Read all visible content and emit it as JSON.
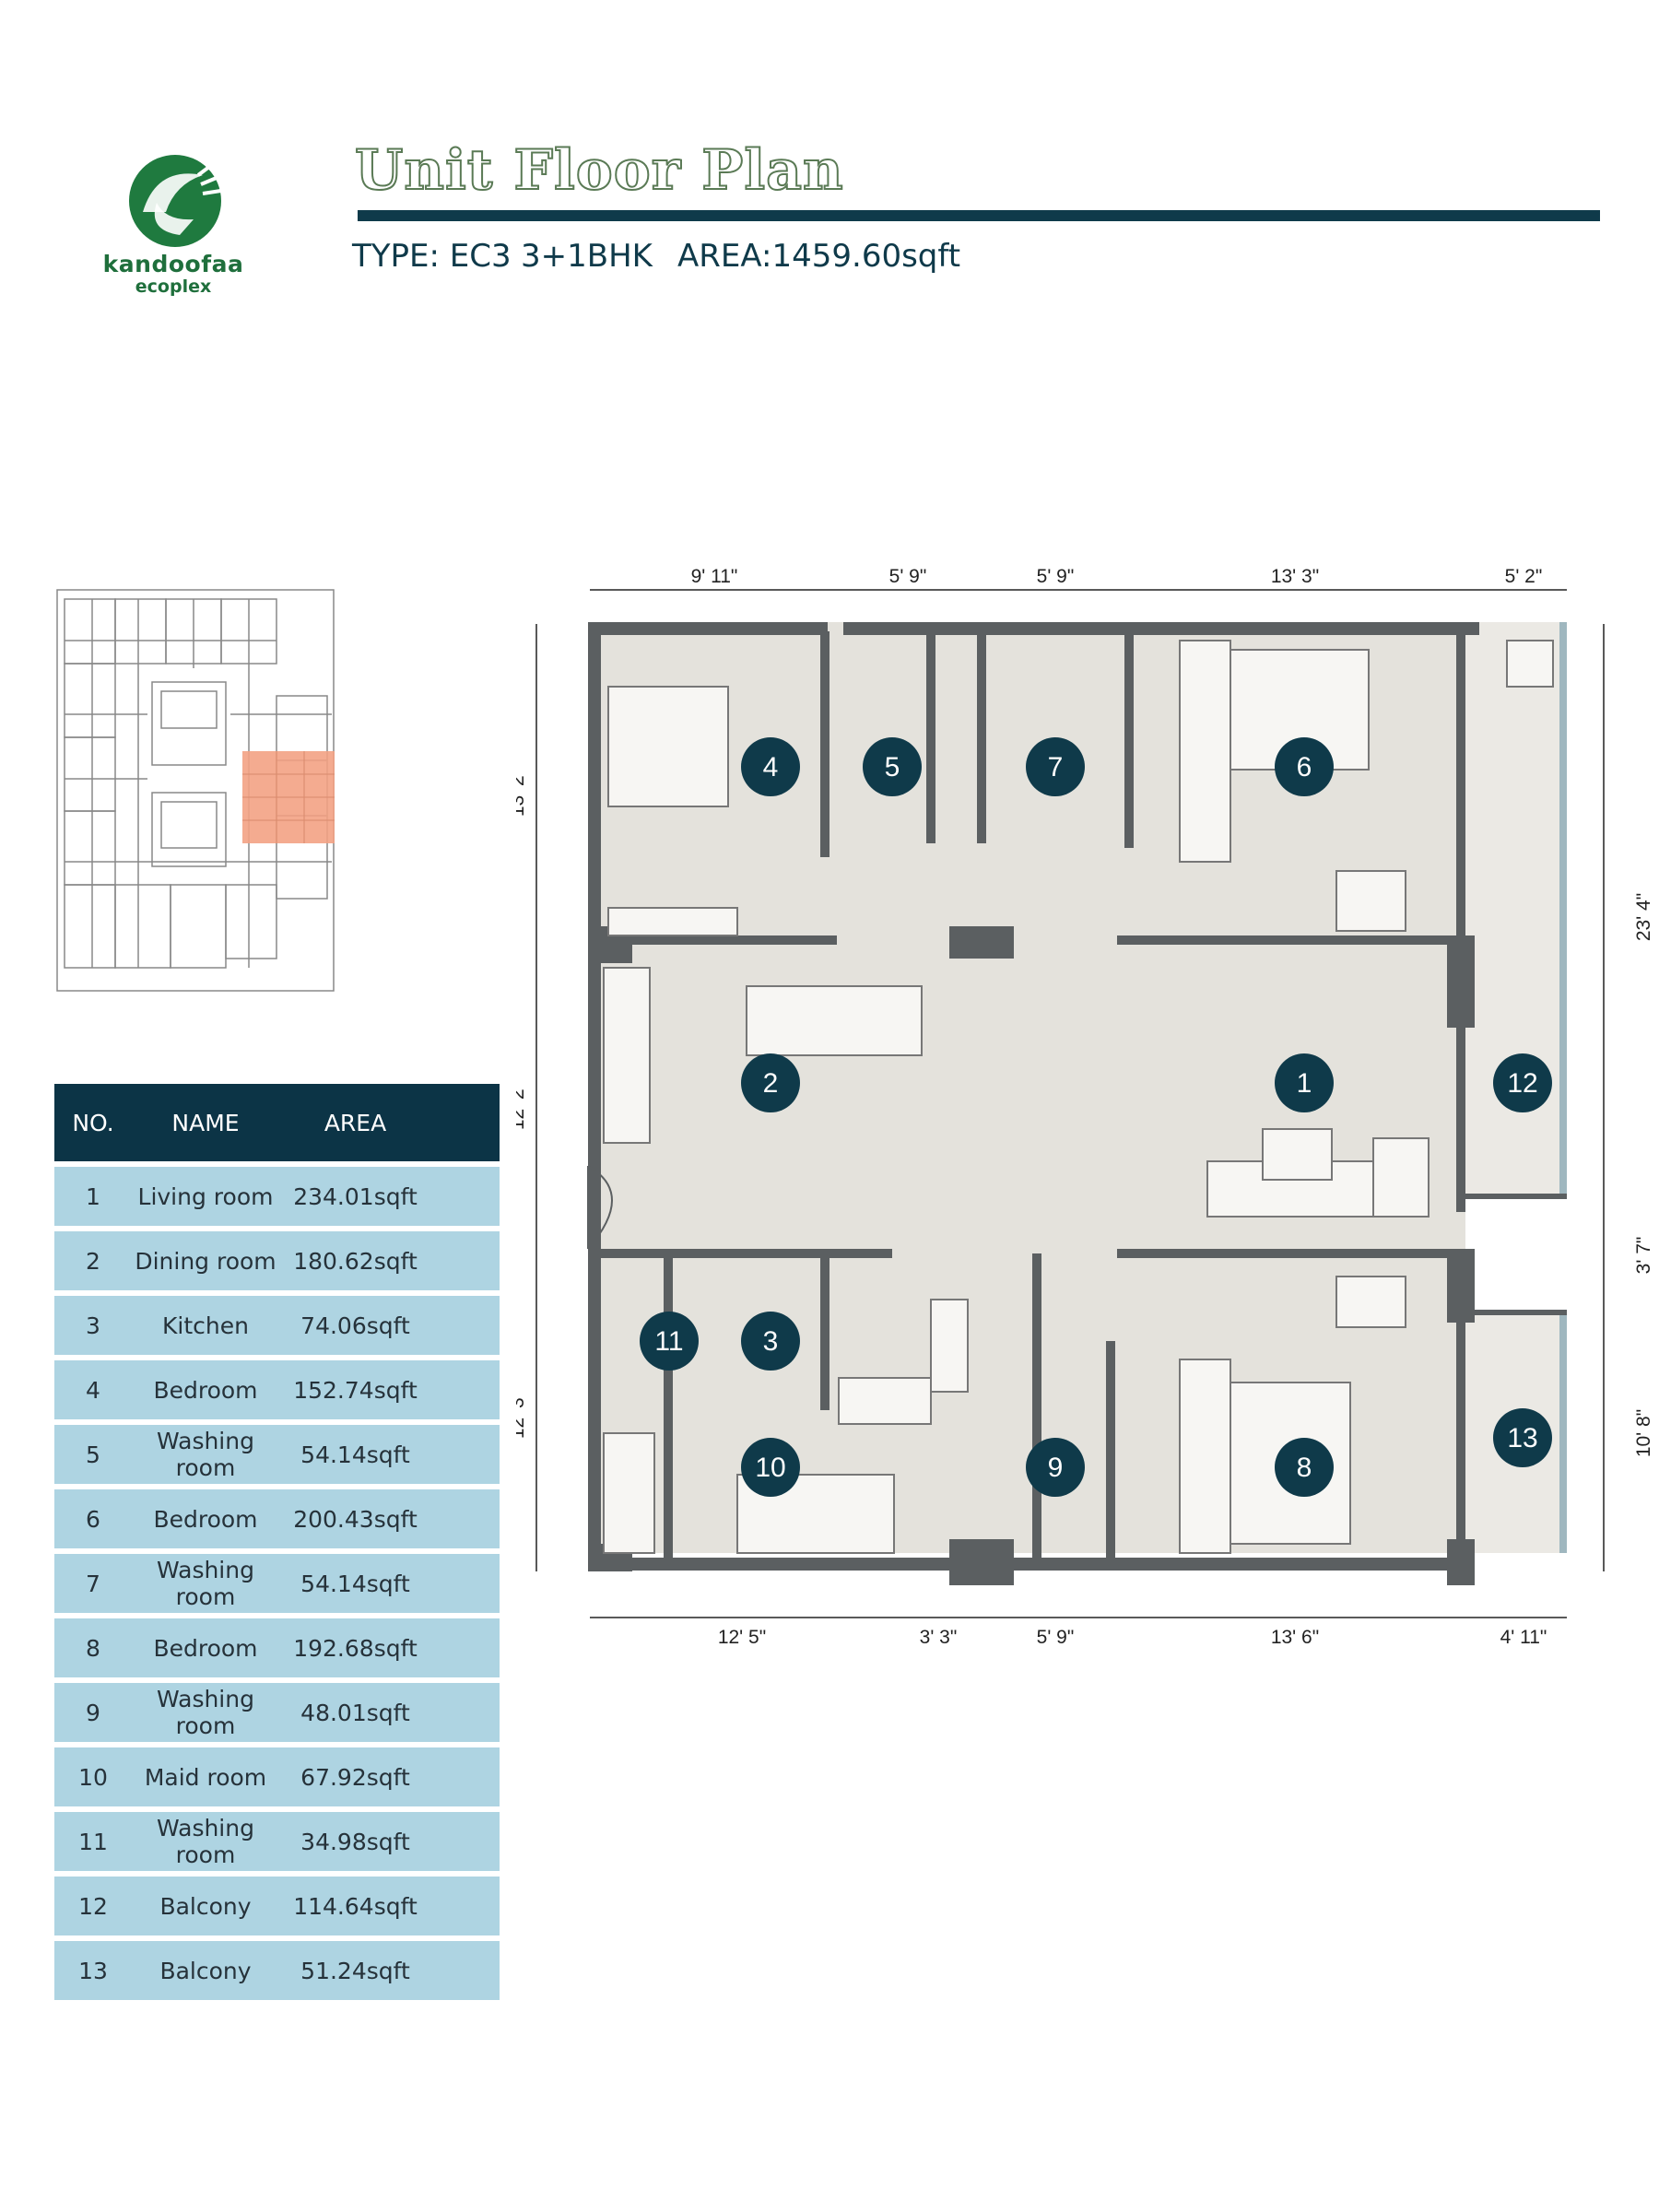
{
  "brand": {
    "name": "kandoofaa",
    "sub": "ecoplex"
  },
  "header": {
    "title": "Unit Floor Plan",
    "type": "TYPE: EC3",
    "bhk": "3+1BHK",
    "area": "AREA:1459.60sqft"
  },
  "table": {
    "headers": {
      "no": "NO.",
      "name": "NAME",
      "area": "AREA"
    },
    "rows": [
      {
        "no": "1",
        "name": "Living room",
        "area": "234.01sqft"
      },
      {
        "no": "2",
        "name": "Dining room",
        "area": "180.62sqft"
      },
      {
        "no": "3",
        "name": "Kitchen",
        "area": "74.06sqft"
      },
      {
        "no": "4",
        "name": "Bedroom",
        "area": "152.74sqft"
      },
      {
        "no": "5",
        "name": "Washing room",
        "area": "54.14sqft"
      },
      {
        "no": "6",
        "name": "Bedroom",
        "area": "200.43sqft"
      },
      {
        "no": "7",
        "name": "Washing room",
        "area": "54.14sqft"
      },
      {
        "no": "8",
        "name": "Bedroom",
        "area": "192.68sqft"
      },
      {
        "no": "9",
        "name": "Washing room",
        "area": "48.01sqft"
      },
      {
        "no": "10",
        "name": "Maid room",
        "area": "67.92sqft"
      },
      {
        "no": "11",
        "name": "Washing room",
        "area": "34.98sqft"
      },
      {
        "no": "12",
        "name": "Balcony",
        "area": "114.64sqft"
      },
      {
        "no": "13",
        "name": "Balcony",
        "area": "51.24sqft"
      }
    ]
  },
  "dimensions": {
    "top": [
      "9' 11\"",
      "5' 9\"",
      "5' 9\"",
      "13' 3\"",
      "5' 2\""
    ],
    "bottom": [
      "12' 5\"",
      "3' 3\"",
      "5' 9\"",
      "13' 6\"",
      "4' 11\""
    ],
    "left": [
      "13' 2\"",
      "12' 2\"",
      "12' 3\""
    ],
    "right": [
      "23' 4\"",
      "3' 7\"",
      "10' 8\""
    ]
  },
  "markers": [
    "1",
    "2",
    "3",
    "4",
    "5",
    "6",
    "7",
    "8",
    "9",
    "10",
    "11",
    "12",
    "13"
  ],
  "colors": {
    "accent": "#0f3a4a",
    "table_header": "#0c3446",
    "table_row": "#aed4e2",
    "wall": "#5b5f61",
    "floor": "#e4e2dc",
    "balcony": "#ebe9e4",
    "brand_green": "#1f6f3c",
    "keyplan_highlight": "#f3a284"
  }
}
